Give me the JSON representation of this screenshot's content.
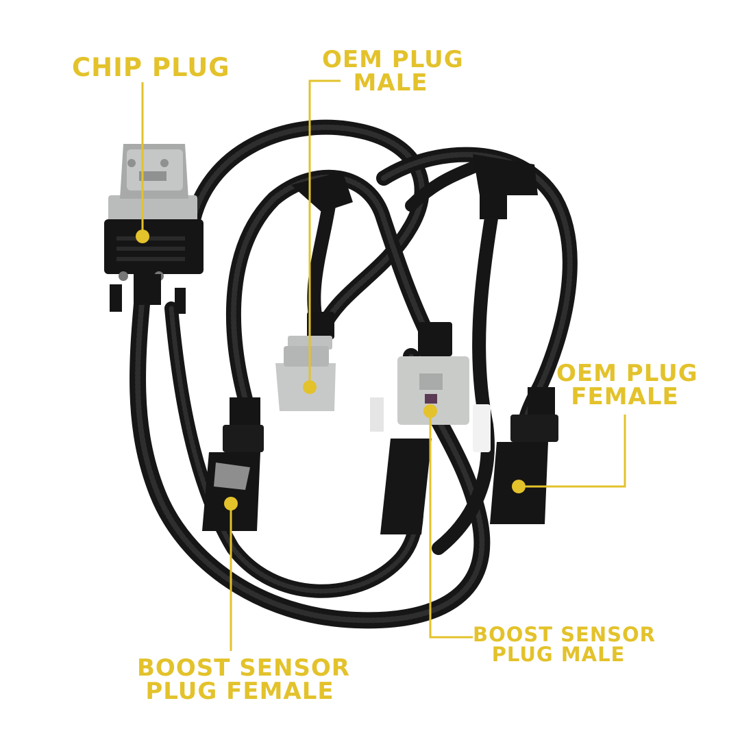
{
  "labels": {
    "chip_plug": "CHIP PLUG",
    "oem_plug_male": [
      "OEM PLUG",
      "MALE"
    ],
    "oem_plug_female": [
      "OEM PLUG",
      "FEMALE"
    ],
    "boost_sensor_plug_male": [
      "BOOST SENSOR",
      "PLUG MALE"
    ],
    "boost_sensor_plug_female": [
      "BOOST SENSOR",
      "PLUG FEMALE"
    ]
  },
  "colors": {
    "accent": "#e3c22b",
    "background": "#ffffff",
    "cable": "#1a1a1a",
    "plug_grey": "#c9cbc9",
    "plug_black": "#151515"
  },
  "icons": [
    "callout-dot",
    "leader-line"
  ]
}
